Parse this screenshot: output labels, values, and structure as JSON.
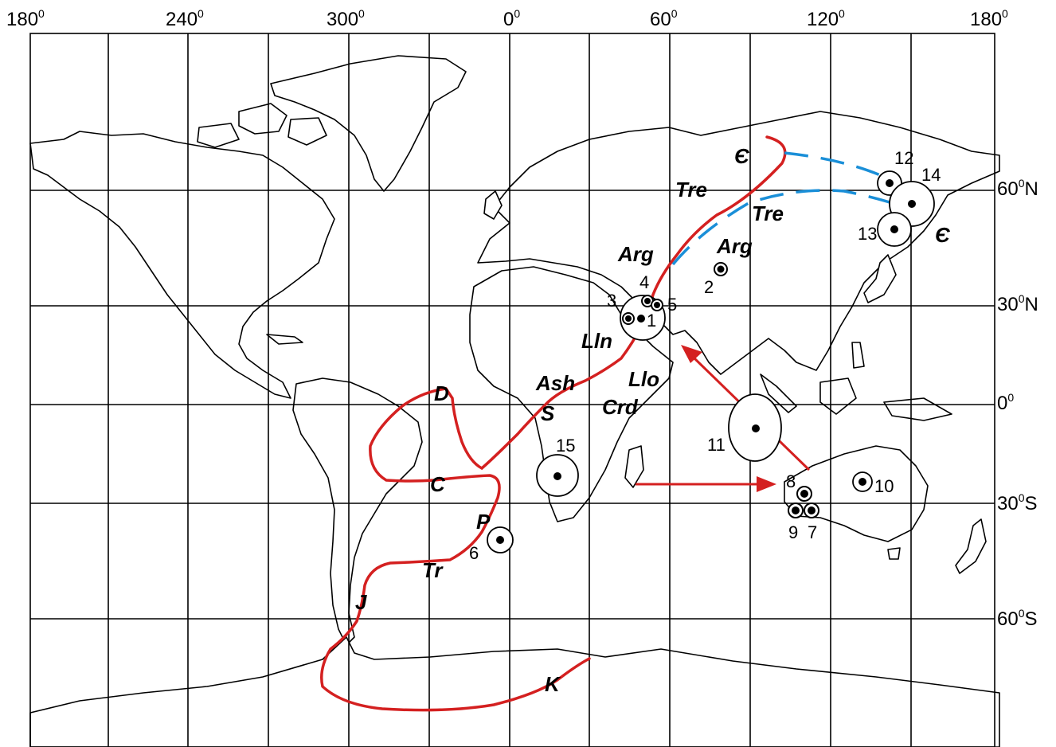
{
  "axes": {
    "longitude_ticks": [
      {
        "num": "180",
        "unit": "0"
      },
      {
        "num": "240",
        "unit": "0"
      },
      {
        "num": "300",
        "unit": "0"
      },
      {
        "num": "0",
        "unit": "0"
      },
      {
        "num": "60",
        "unit": "0"
      },
      {
        "num": "120",
        "unit": "0"
      },
      {
        "num": "180",
        "unit": "0"
      }
    ],
    "latitude_ticks": [
      {
        "num": "60",
        "unit": "0",
        "hemi": "N"
      },
      {
        "num": "30",
        "unit": "0",
        "hemi": "N"
      },
      {
        "num": "0",
        "unit": "0",
        "hemi": ""
      },
      {
        "num": "30",
        "unit": "0",
        "hemi": "S"
      },
      {
        "num": "60",
        "unit": "0",
        "hemi": "S"
      }
    ]
  },
  "period_labels": {
    "cambrian_west": "Є",
    "cambrian_east": "Є",
    "tremadoc_west": "Tre",
    "tremadoc_east": "Tre",
    "arenig_west": "Arg",
    "arenig_east": "Arg",
    "llanvirn": "Lln",
    "llandeilo": "Llo",
    "caradoc": "Crd",
    "ashgill": "Ash",
    "silurian": "S",
    "devonian": "D",
    "carboniferous": "C",
    "permian": "P",
    "triassic": "Tr",
    "jurassic": "J",
    "cretaceous": "K"
  },
  "sites": [
    "1",
    "2",
    "3",
    "4",
    "5",
    "6",
    "7",
    "8",
    "9",
    "10",
    "11",
    "12",
    "13",
    "14",
    "15"
  ],
  "colors": {
    "polar_path": "#d42020",
    "alternate_path": "#1a8fd8",
    "arrow": "#d42020",
    "ink": "#000000"
  }
}
